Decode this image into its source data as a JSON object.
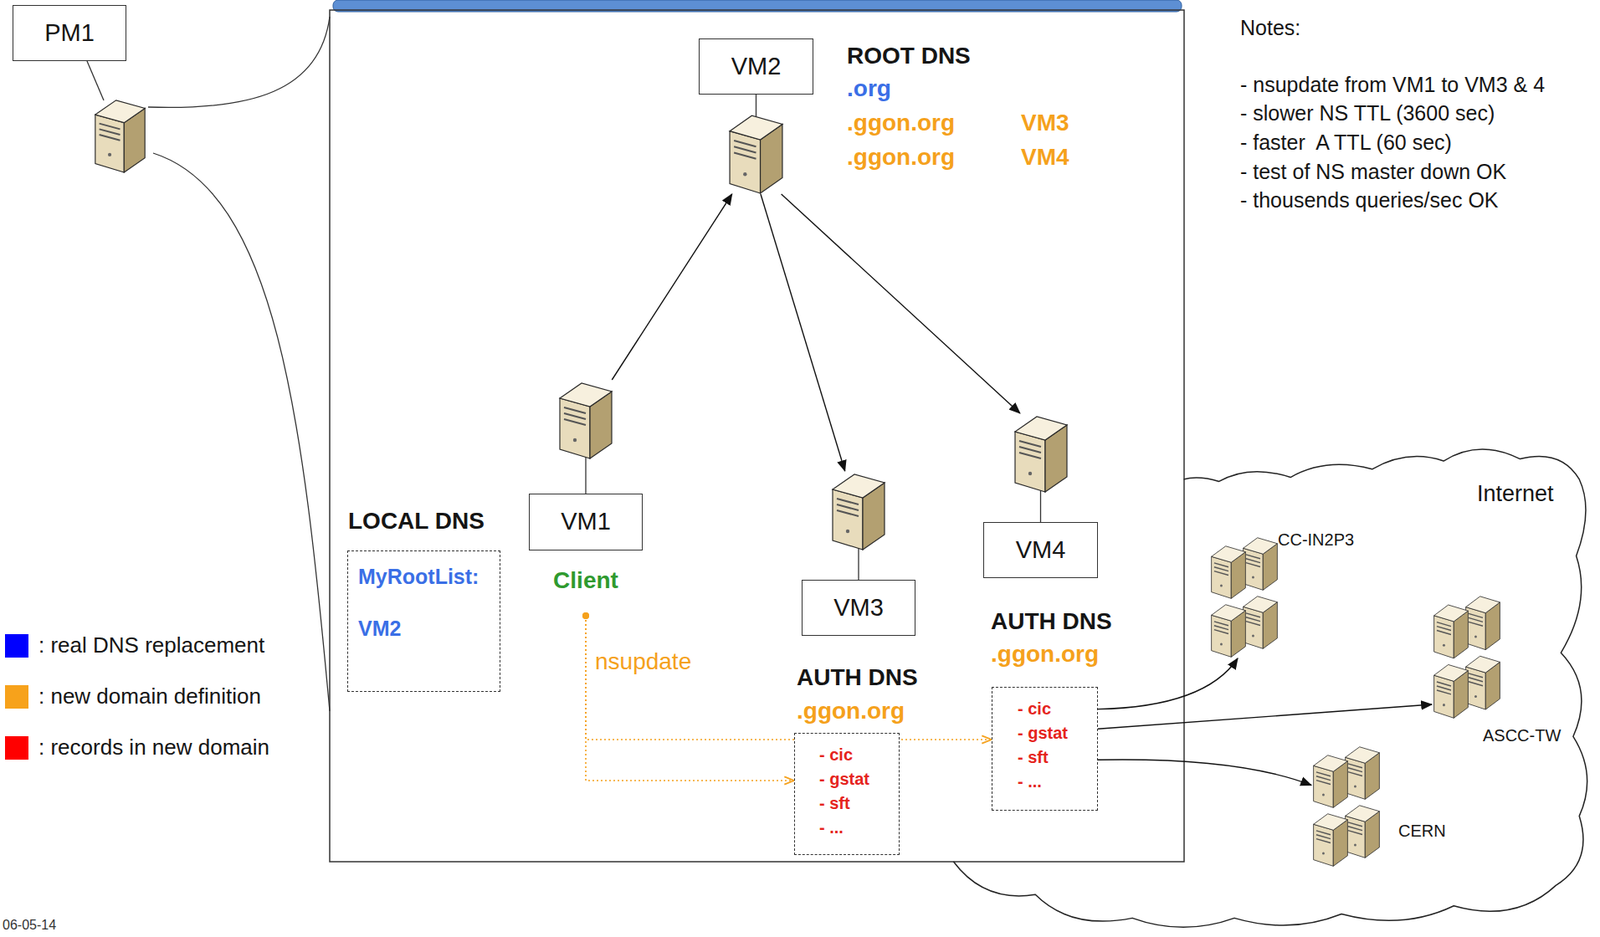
{
  "diagram": {
    "nodes": [
      {
        "text": [
          "PM1"
        ]
      },
      {
        "text": [
          "VM2"
        ]
      },
      {
        "text": [
          "VM1",
          "Client"
        ]
      },
      {
        "text": [
          "VM3"
        ]
      },
      {
        "text": [
          "VM4"
        ]
      },
      {
        "text": [
          "LOCAL DNS",
          "MyRootList:",
          "VM2"
        ]
      },
      {
        "text": [
          "AUTH DNS",
          ".ggon.org",
          "- cic",
          "- gstat",
          "- sft",
          "- ..."
        ]
      },
      {
        "text": [
          "AUTH DNS",
          ".ggon.org",
          "- cic",
          "- gstat",
          "- sft",
          "- ..."
        ]
      },
      {
        "text": [
          "Internet"
        ]
      },
      {
        "text": [
          "CC-IN2P3"
        ],
        "in": 8
      },
      {
        "text": [
          "ASCC-TW"
        ],
        "in": 8
      },
      {
        "text": [
          "CERN"
        ],
        "in": 8
      }
    ],
    "edges": [
      {
        "from": 2,
        "to": 1,
        "arrow": "to"
      },
      {
        "from": 1,
        "to": 3,
        "arrow": "to"
      },
      {
        "from": 1,
        "to": 4,
        "arrow": "to"
      },
      {
        "from": 2,
        "to": 6,
        "label": "nsupdate",
        "arrow": "to"
      },
      {
        "from": 2,
        "to": 7,
        "arrow": "to"
      },
      {
        "from": 7,
        "to": 9,
        "arrow": "to"
      },
      {
        "from": 7,
        "to": 10,
        "arrow": "to"
      },
      {
        "from": 7,
        "to": 11,
        "arrow": "to"
      }
    ],
    "labels": [
      "ROOT DNS",
      ".org",
      ".ggon.org",
      "VM3",
      ".ggon.org",
      "VM4",
      "Notes:",
      "- nsupdate from VM1 to VM3 & 4",
      "- slower NS TTL (3600 sec)",
      "- faster  A TTL (60 sec)",
      "- test of NS master down OK",
      "- thousends queries/sec OK",
      "06-05-14"
    ],
    "legend": [
      {
        "text": ": real DNS replacement",
        "color": "#0000ff"
      },
      {
        "text": ": new domain definition",
        "color": "#f7a21b"
      },
      {
        "text": ": records in new domain",
        "color": "#ff0000"
      }
    ]
  }
}
